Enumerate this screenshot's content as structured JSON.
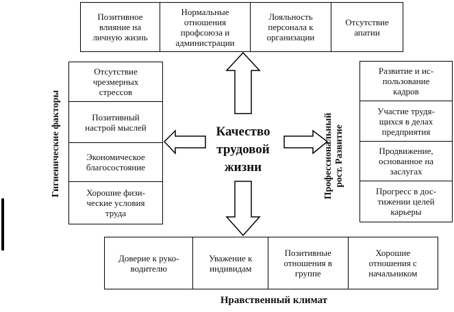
{
  "center": "Качество\nтрудовой\nжизни",
  "top": [
    "Позитивное\nвлияние на\nличную жизнь",
    "Нормальные\nотношения\nпрофсоюза и\nадминистрации",
    "Лояльность\nперсонала к\nорганизации",
    "Отсутствие\nапатии"
  ],
  "left": {
    "label": "Гигиенические факторы",
    "items": [
      "Отсутствие\nчрезмерных\nстрессов",
      "Позитивный\nнастрой мыслей",
      "Экономическое\nблагосостояние",
      "Хорошие физи-\nческие условия\nтруда"
    ]
  },
  "right": {
    "label": "Профессиональный\nрост. Развитие",
    "items": [
      "Развитие и ис-\nпользование\nкадров",
      "Участие трудя-\nщихся в делах\nпредприятия",
      "Продвижение,\nоснованное на\nзаслугах",
      "Прогресс в дос-\nтижении целей\nкарьеры"
    ]
  },
  "bottom": {
    "label": "Нравственный климат",
    "items": [
      "Доверие к руко-\nводителю",
      "Уважение к\nиндивидам",
      "Позитивные\nотношения в\nгруппе",
      "Хорошие\nотношения с\nначальником"
    ]
  }
}
